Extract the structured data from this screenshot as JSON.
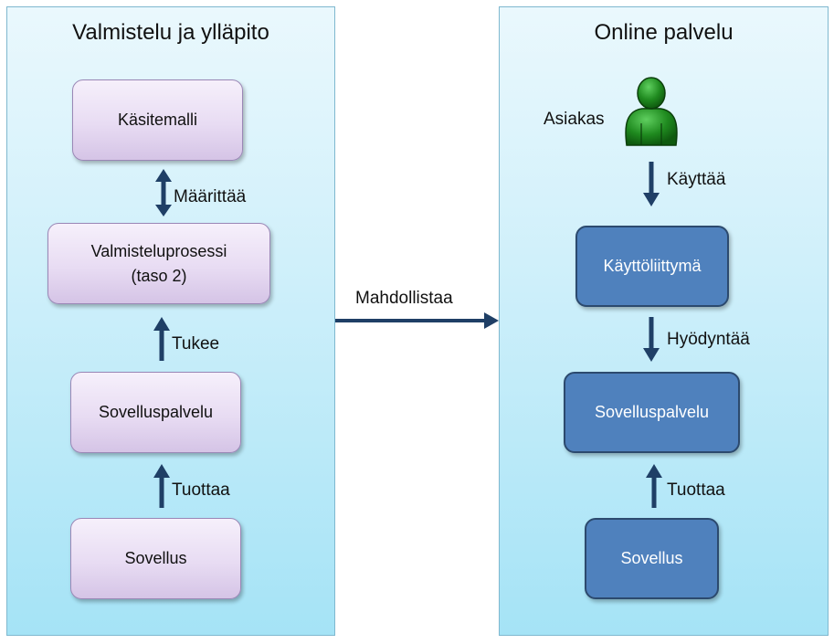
{
  "left_panel": {
    "title": "Valmistelu ja ylläpito",
    "boxes": {
      "kasitemalli": "Käsitemalli",
      "valmisteluprosessi_line1": "Valmisteluprosessi",
      "valmisteluprosessi_line2": "(taso 2)",
      "sovelluspalvelu": "Sovelluspalvelu",
      "sovellus": "Sovellus"
    },
    "arrow_labels": {
      "maarittaa": "Määrittää",
      "tukee": "Tukee",
      "tuottaa": "Tuottaa"
    }
  },
  "center": {
    "arrow_label": "Mahdollistaa"
  },
  "right_panel": {
    "title": "Online palvelu",
    "actor_label": "Asiakas",
    "boxes": {
      "kayttoliittyma": "Käyttöliittymä",
      "sovelluspalvelu": "Sovelluspalvelu",
      "sovellus": "Sovellus"
    },
    "arrow_labels": {
      "kayttaa": "Käyttää",
      "hyodyntaa": "Hyödyntää",
      "tuottaa": "Tuottaa"
    }
  },
  "colors": {
    "panel_gradient_top": "#eaf8fd",
    "panel_gradient_bottom": "#a5e3f6",
    "light_box_fill": "#e8dcf3",
    "dark_box_fill": "#4f81bd",
    "arrow_color": "#1f3f66",
    "person_green": "#1f8a1f"
  }
}
